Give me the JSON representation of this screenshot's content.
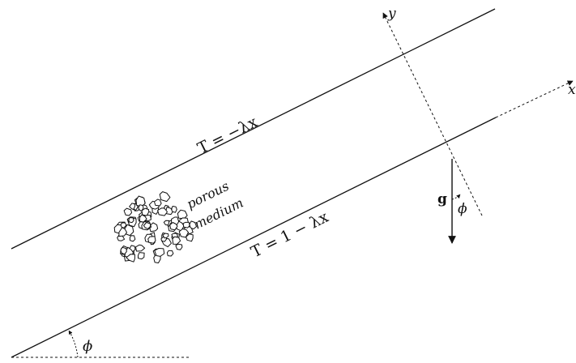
{
  "labels": {
    "upper_wall": "T = −λx",
    "lower_wall": "T = 1 − λx",
    "medium_line1": "porous",
    "medium_line2": "medium",
    "y_axis": "y",
    "x_axis": "x",
    "gravity": "g",
    "angle_gravity": "ϕ",
    "angle_incline": "ϕ"
  }
}
